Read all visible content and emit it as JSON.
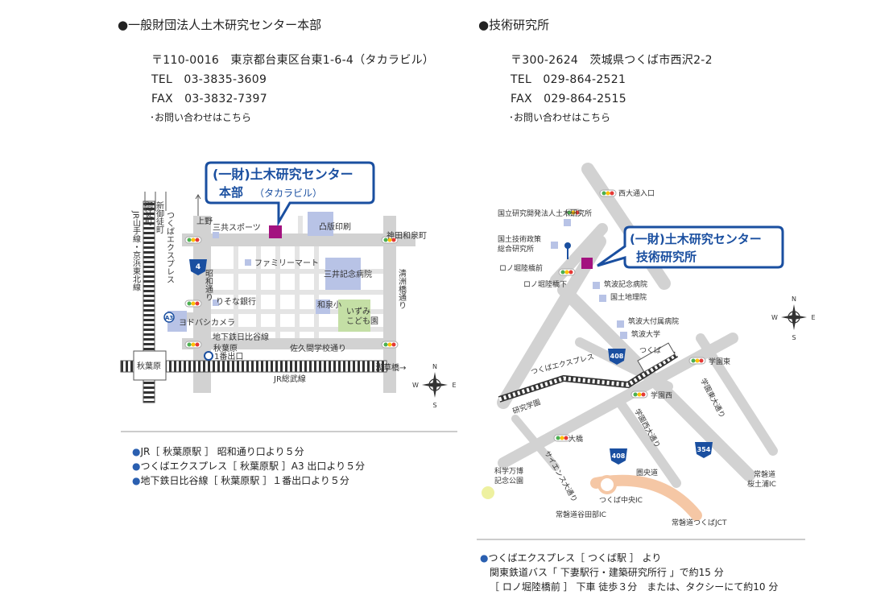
{
  "hq": {
    "title": "●一般財団法人土木研究センター本部",
    "postal": "〒110-0016　東京都台東区台東1-6-4（タカラビル）",
    "tel": "TEL　03-3835-3609",
    "fax": "FAX　03-3832-7397",
    "contact": "･お問い合わせはこちら",
    "callout_line1": "(一財)土木研究センター",
    "callout_line2a": "本部",
    "callout_line2b": "（タカラビル）",
    "access": [
      "JR［ 秋葉原駅 ］ 昭和通り口より５分",
      "つくばエクスプレス［ 秋葉原駅 ］A3 出口より５分",
      "地下鉄日比谷線［ 秋葉原駅 ］１番出口より５分"
    ],
    "labels": {
      "ueno": "上野",
      "tsukuba_ex_v": "つくばエクスプレス",
      "shin_okachimachi": "新御徒町",
      "okachimachi": "御徒町",
      "jr_lines": "JR山手線・京浜東北線",
      "sankyo": "三共スポーツ",
      "toppan": "凸版印刷",
      "kanda_izumi": "神田和泉町",
      "family_mart": "ファミリーマート",
      "mitsui_hosp": "三井記念病院",
      "showa_dori": "昭和通り",
      "kiyosu_bashi": "清洲橋通り",
      "route4": "4",
      "resona": "りそな銀行",
      "izumi": "和泉小",
      "izumi_kodomo": "いずみこども園",
      "a3": "A3",
      "yodobashi": "ヨドバシカメラ",
      "hibiya": "地下鉄日比谷線",
      "akihabara_exit": "秋葉原",
      "exit1": "1番出口",
      "sakuma": "佐久間学校通り",
      "asakusabashi": "浅草橋→",
      "akihabara": "秋葉原",
      "jr_sobu": "JR総武線"
    }
  },
  "tech": {
    "title": "●技術研究所",
    "postal": "〒300-2624　茨城県つくば市西沢2-2",
    "tel": "TEL　029-864-2521",
    "fax": "FAX　029-864-2515",
    "contact": "･お問い合わせはこちら",
    "callout_line1": "(一財)土木研究センター",
    "callout_line2": "技術研究所",
    "access": [
      "つくばエクスプレス［ つくば駅 ］ より",
      "関東鉄道バス「 下妻駅行・建築研究所行 」で約15 分",
      "［ ロノ堀陸橋前 ］ 下車 徒歩３分　または、タクシーにて約10 分"
    ],
    "labels": {
      "nishi_odori_iriguchi": "西大通入口",
      "pwri": "国立研究開発法人土木研究所",
      "nilim": "国土技術政策総合研究所",
      "ronobori_mae": "ロノ堀陸橋前",
      "ronobori_shita": "ロノ堀陸橋下",
      "tsukuba_kinen": "筑波記念病院",
      "gsi": "国土地理院",
      "tsukuba_univ_hosp": "筑波大付属病院",
      "tsukuba_univ": "筑波大学",
      "route408a": "408",
      "tsukuba": "つくば",
      "gakuen_higashi": "学園東",
      "tsukuba_express": "つくばエクスプレス",
      "gakuen_higashi_odori": "学園東大通り",
      "gakuen_nishi": "学園西",
      "kenkyu_gakuen": "研究学園",
      "gakuen_nishi_odori": "学園西大通り",
      "ohashi": "大橋",
      "route408b": "408",
      "route354": "354",
      "science_expo": "科学万博記念公園",
      "science_odori": "サイエンス大通り",
      "kenodo": "圏央道",
      "joban_sakura": "常磐道桜土浦IC",
      "tsukuba_chuo_ic": "つくば中央IC",
      "yatabe_ic": "常磐道谷田部IC",
      "tsukuba_jct": "常磐道つくばJCT"
    }
  },
  "compass": {
    "n": "N",
    "s": "S",
    "e": "E",
    "w": "W"
  },
  "colors": {
    "road": "#d2d2d2",
    "building_blue": "#b8c3e6",
    "building_green": "#c4dfa5",
    "target_magenta": "#a3127f",
    "callout_blue": "#1a4fa0",
    "highway_orange": "#f5c7a5",
    "route_blue": "#1a4fa0",
    "park_yellow": "#eef1a0"
  }
}
